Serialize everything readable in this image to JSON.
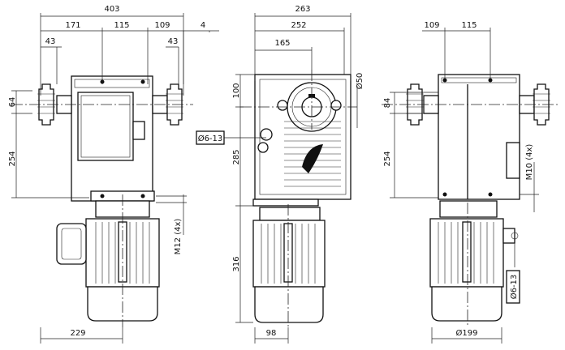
{
  "dimensions": {
    "side_overall": "403",
    "side_left": "171",
    "side_mid": "115",
    "side_right": "109",
    "side_4": "4",
    "side_43_left": "43",
    "side_43_right": "43",
    "side_64": "64",
    "side_254": "254",
    "side_229": "229",
    "side_M12": "M12 (4x)",
    "front_263": "263",
    "front_252": "252",
    "front_165": "165",
    "front_100": "100",
    "front_285": "285",
    "front_316": "316",
    "front_98": "98",
    "front_dia50": "Ø50",
    "front_dia6_13": "Ø6-13",
    "rear_109": "109",
    "rear_115": "115",
    "rear_84": "84",
    "rear_254": "254",
    "rear_M10": "M10 (4x)",
    "rear_dia6_13": "Ø6-13",
    "rear_dia199": "Ø199"
  }
}
